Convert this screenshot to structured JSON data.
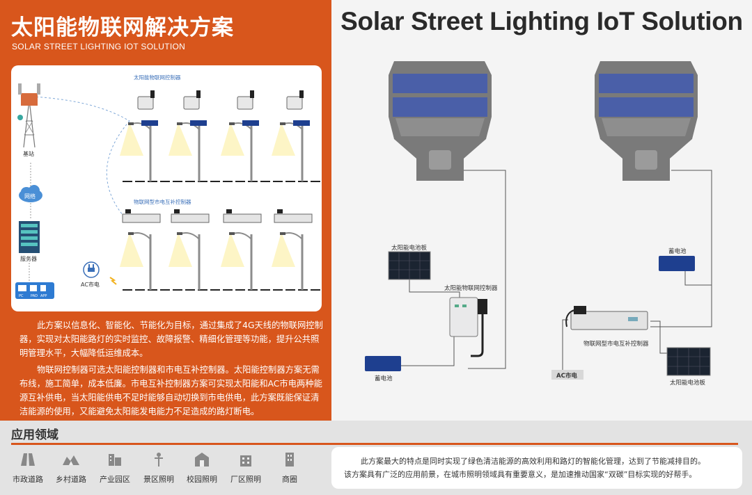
{
  "left_panel": {
    "title_cn": "太阳能物联网解决方案",
    "title_en": "SOLAR STREET LIGHTING IOT SOLUTION",
    "paragraph1": "此方案以信息化、智能化、节能化为目标，通过集成了4G天线的物联网控制器，实现对太阳能路灯的实时监控、故障报警、精细化管理等功能，提升公共照明管理水平，大幅降低运维成本。",
    "paragraph2": "物联网控制器可选太阳能控制器和市电互补控制器。太阳能控制器方案无需布线，施工简单，成本低廉。市电互补控制器方案可实现太阳能和AC市电两种能源互补供电，当太阳能供电不足时能够自动切换到市电供电，此方案既能保证清洁能源的使用，又能避免太阳能发电能力不足造成的路灯断电。"
  },
  "diagram": {
    "base_station": "基站",
    "network": "网络",
    "server": "服务器",
    "ac_power": "AC市电",
    "solar_controller_label": "太阳能物联网控制器",
    "hybrid_controller_label": "物联网型市电互补控制器",
    "terminals": [
      "PC",
      "PAD",
      "APP"
    ]
  },
  "right_panel": {
    "title": "Solar Street Lighting IoT Solution",
    "left_system": {
      "solar_panel": "太阳能电池板",
      "controller": "太阳能物联网控制器",
      "battery": "蓄电池"
    },
    "right_system": {
      "battery": "蓄电池",
      "controller": "物联网型市电互补控制器",
      "ac_power": "AC市电",
      "solar_panel": "太阳能电池板"
    }
  },
  "applications": {
    "title": "应用领域",
    "items": [
      {
        "label": "市政道路",
        "icon": "road-icon"
      },
      {
        "label": "乡村道路",
        "icon": "village-road-icon"
      },
      {
        "label": "产业园区",
        "icon": "industrial-park-icon"
      },
      {
        "label": "景区照明",
        "icon": "scenic-lamp-icon"
      },
      {
        "label": "校园照明",
        "icon": "campus-icon"
      },
      {
        "label": "厂区照明",
        "icon": "factory-icon"
      },
      {
        "label": "商圈",
        "icon": "business-district-icon"
      }
    ],
    "summary_line1": "此方案最大的特点是同时实现了绿色清洁能源的高效利用和路灯的智能化管理，达到了节能减排目的。",
    "summary_line2": "该方案具有广泛的应用前景，在城市照明领域具有重要意义，是加速推动国家“双碳”目标实现的好帮手。"
  },
  "colors": {
    "accent": "#d8561c",
    "panel_blue": "#1e3f8f",
    "light_gray": "#e3e3e3"
  }
}
